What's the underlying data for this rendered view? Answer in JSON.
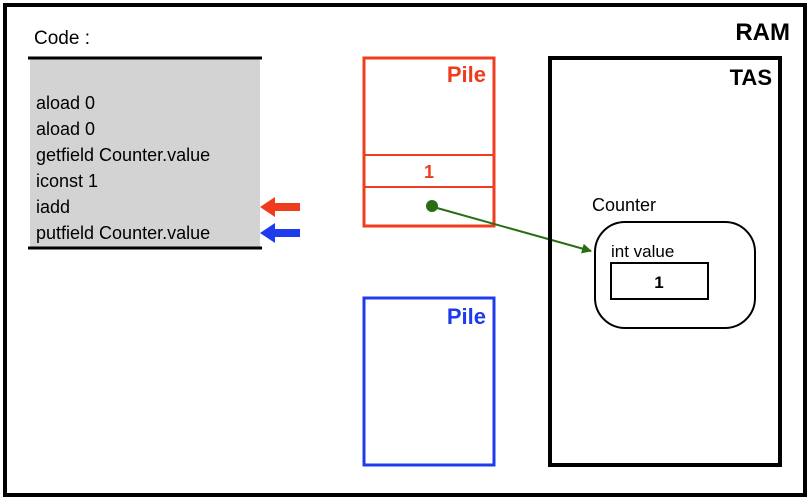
{
  "ram": {
    "label": "RAM"
  },
  "code": {
    "label": "Code :",
    "background": "#d3d3d3",
    "lines": [
      "aload 0",
      "aload 0",
      "getfield Counter.value",
      "iconst 1",
      "iadd",
      "putfield Counter.value"
    ]
  },
  "stack_red": {
    "label": "Pile",
    "color": "#f03c1e",
    "cell_value": "1"
  },
  "stack_blue": {
    "label": "Pile",
    "color": "#1e3ceb"
  },
  "heap": {
    "label": "TAS",
    "object": {
      "class_name": "Counter",
      "field_label": "int value",
      "field_value": "1"
    }
  },
  "pointer": {
    "color": "#2a6e14"
  },
  "markers": {
    "red_arrow_points_to": "iadd",
    "blue_arrow_points_to": "putfield Counter.value"
  }
}
